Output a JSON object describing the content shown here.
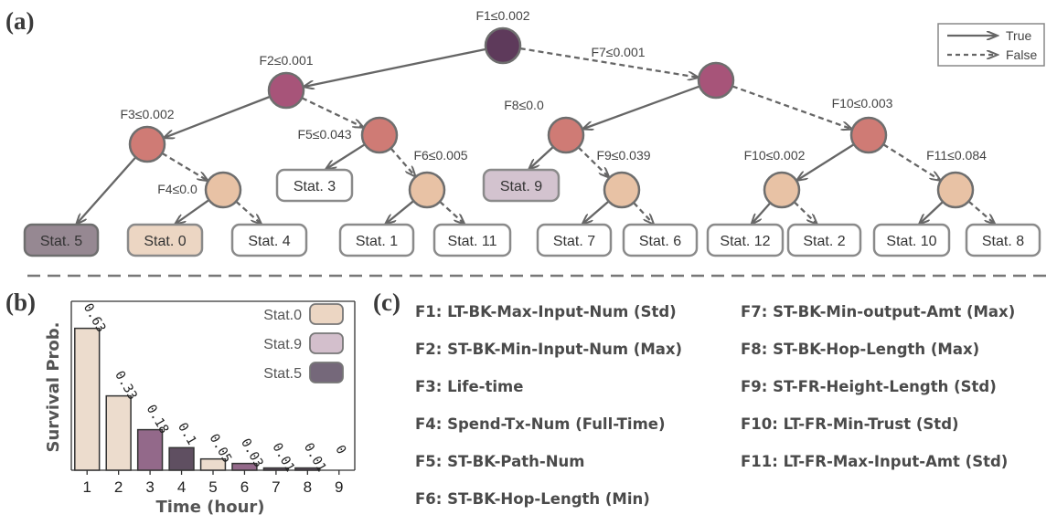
{
  "panel_labels": {
    "a": "(a)",
    "b": "(b)",
    "c": "(c)"
  },
  "legend": {
    "true_label": "True",
    "false_label": "False"
  },
  "colors": {
    "edge": "#666666",
    "node_stroke": "#6e6e6e",
    "root": "#5e3a5b",
    "level1": "#a75479",
    "inner": "#cf7b75",
    "lower": "#e8c2a5",
    "stat5": "#968892",
    "stat0": "#ecd6c3",
    "stat9": "#d3c3cf",
    "leaf_plain": "#ffffff"
  },
  "tree": {
    "nodes": {
      "F1": {
        "label": "F1≤0.002",
        "color": "root"
      },
      "F2": {
        "label": "F2≤0.001",
        "color": "level1"
      },
      "F7": {
        "label": "F7≤0.001",
        "color": "level1"
      },
      "F3": {
        "label": "F3≤0.002",
        "color": "inner"
      },
      "F5": {
        "label": "F5≤0.043",
        "color": "inner"
      },
      "F8": {
        "label": "F8≤0.0",
        "color": "inner"
      },
      "F10a": {
        "label": "F10≤0.003",
        "color": "inner"
      },
      "F4": {
        "label": "F4≤0.0",
        "color": "lower"
      },
      "F6": {
        "label": "F6≤0.005",
        "color": "lower"
      },
      "F9": {
        "label": "F9≤0.039",
        "color": "lower"
      },
      "F10b": {
        "label": "F10≤0.002",
        "color": "lower"
      },
      "F11": {
        "label": "F11≤0.084",
        "color": "lower"
      }
    },
    "leaves": {
      "s5": {
        "label": "Stat. 5",
        "color": "stat5"
      },
      "s0": {
        "label": "Stat. 0",
        "color": "stat0"
      },
      "s4": {
        "label": "Stat. 4",
        "color": "leaf_plain"
      },
      "s3": {
        "label": "Stat. 3",
        "color": "leaf_plain"
      },
      "s1": {
        "label": "Stat. 1",
        "color": "leaf_plain"
      },
      "s11": {
        "label": "Stat. 11",
        "color": "leaf_plain"
      },
      "s9": {
        "label": "Stat. 9",
        "color": "stat9"
      },
      "s7": {
        "label": "Stat. 7",
        "color": "leaf_plain"
      },
      "s6": {
        "label": "Stat. 6",
        "color": "leaf_plain"
      },
      "s12": {
        "label": "Stat. 12",
        "color": "leaf_plain"
      },
      "s2": {
        "label": "Stat. 2",
        "color": "leaf_plain"
      },
      "s10": {
        "label": "Stat. 10",
        "color": "leaf_plain"
      },
      "s8": {
        "label": "Stat. 8",
        "color": "leaf_plain"
      }
    },
    "edges": [
      {
        "from": "F1",
        "to": "F2",
        "branch": "true"
      },
      {
        "from": "F1",
        "to": "F7",
        "branch": "false"
      },
      {
        "from": "F2",
        "to": "F3",
        "branch": "true"
      },
      {
        "from": "F2",
        "to": "F5",
        "branch": "false"
      },
      {
        "from": "F3",
        "to": "s5",
        "branch": "true"
      },
      {
        "from": "F3",
        "to": "F4",
        "branch": "false"
      },
      {
        "from": "F4",
        "to": "s0",
        "branch": "true"
      },
      {
        "from": "F4",
        "to": "s4",
        "branch": "false"
      },
      {
        "from": "F5",
        "to": "s3",
        "branch": "true"
      },
      {
        "from": "F5",
        "to": "F6",
        "branch": "false"
      },
      {
        "from": "F6",
        "to": "s1",
        "branch": "true"
      },
      {
        "from": "F6",
        "to": "s11",
        "branch": "false"
      },
      {
        "from": "F7",
        "to": "F8",
        "branch": "true"
      },
      {
        "from": "F7",
        "to": "F10a",
        "branch": "false"
      },
      {
        "from": "F8",
        "to": "s9",
        "branch": "true"
      },
      {
        "from": "F8",
        "to": "F9",
        "branch": "false"
      },
      {
        "from": "F9",
        "to": "s7",
        "branch": "true"
      },
      {
        "from": "F9",
        "to": "s6",
        "branch": "false"
      },
      {
        "from": "F10a",
        "to": "F10b",
        "branch": "true"
      },
      {
        "from": "F10a",
        "to": "F11",
        "branch": "false"
      },
      {
        "from": "F10b",
        "to": "s12",
        "branch": "true"
      },
      {
        "from": "F10b",
        "to": "s2",
        "branch": "false"
      },
      {
        "from": "F11",
        "to": "s10",
        "branch": "true"
      },
      {
        "from": "F11",
        "to": "s8",
        "branch": "false"
      }
    ]
  },
  "features_left": [
    "F1: LT-BK-Max-Input-Num (Std)",
    "F2: ST-BK-Min-Input-Num (Max)",
    "F3: Life-time",
    "F4: Spend-Tx-Num (Full-Time)",
    "F5: ST-BK-Path-Num",
    "F6: ST-BK-Hop-Length (Min)"
  ],
  "features_right": [
    "F7: ST-BK-Min-output-Amt (Max)",
    "F8: ST-BK-Hop-Length (Max)",
    "F9: ST-FR-Height-Length (Std)",
    "F10: LT-FR-Min-Trust (Std)",
    "F11: LT-FR-Max-Input-Amt (Std)"
  ],
  "chart_data": {
    "type": "bar",
    "categories": [
      "1",
      "2",
      "3",
      "4",
      "5",
      "6",
      "7",
      "8",
      "9"
    ],
    "values": [
      0.63,
      0.33,
      0.18,
      0.1,
      0.05,
      0.03,
      0.01,
      0.01,
      0
    ],
    "data_labels": [
      "0.63",
      "0.33",
      "0.18",
      "0.1",
      "0.05",
      "0.03",
      "0.01",
      "0.01",
      "0"
    ],
    "bar_colors": [
      "#ecdccd",
      "#ecdccd",
      "#93698a",
      "#5f4f61",
      "#ecdccd",
      "#93698a",
      "#5f4f61",
      "#5f4f61",
      "#ecdccd"
    ],
    "xlabel": "Time (hour)",
    "ylabel": "Survival Prob.",
    "ylim": [
      0,
      0.75
    ],
    "legend": [
      {
        "name": "Stat.0",
        "color": "#ecd6c3"
      },
      {
        "name": "Stat.9",
        "color": "#d3bfcc"
      },
      {
        "name": "Stat.5",
        "color": "#75687a"
      }
    ],
    "legend_position": "top-right",
    "grid": false
  }
}
